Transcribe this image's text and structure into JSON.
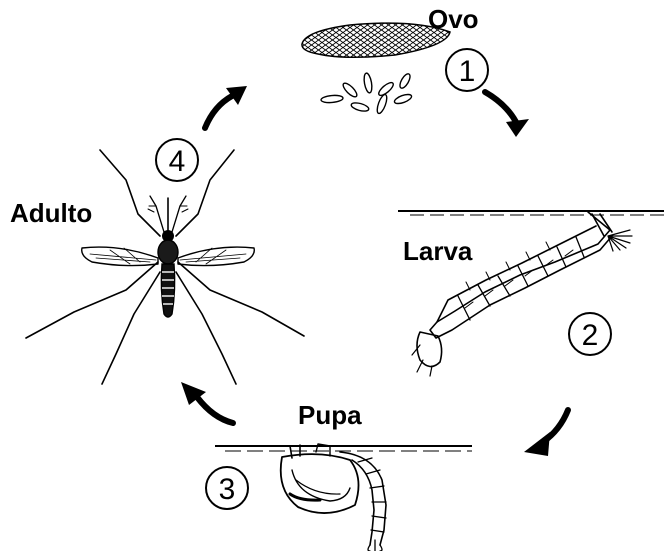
{
  "stages": [
    {
      "id": "egg",
      "label": "Ovo",
      "number": "1"
    },
    {
      "id": "larva",
      "label": "Larva",
      "number": "2"
    },
    {
      "id": "pupa",
      "label": "Pupa",
      "number": "3"
    },
    {
      "id": "adult",
      "label": "Adulto",
      "number": "4"
    }
  ]
}
